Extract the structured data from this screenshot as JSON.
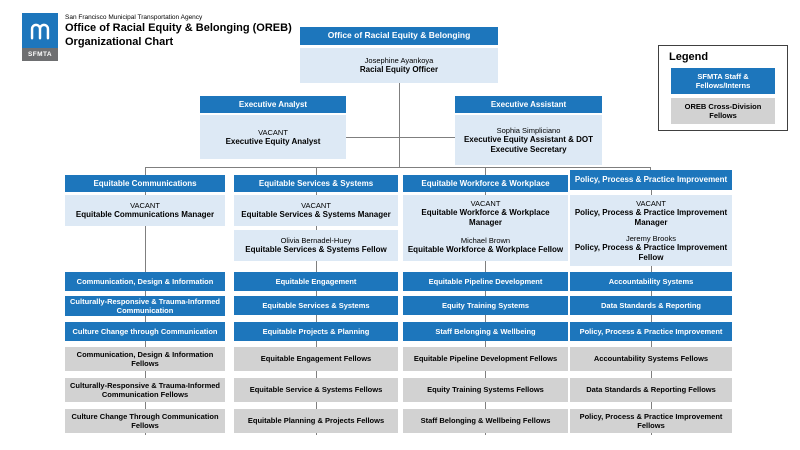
{
  "header": {
    "agency": "San Francisco Municipal Transportation Agency",
    "title_line1": "Office of Racial Equity & Belonging (OREB)",
    "title_line2": "Organizational Chart",
    "logo_text": "SFMTA"
  },
  "top_office": {
    "dept": "Office of Racial Equity & Belonging",
    "name": "Josephine Ayankoya",
    "role": "Racial Equity Officer"
  },
  "legend": {
    "title": "Legend",
    "items": [
      {
        "label": "SFMTA Staff & Fellows/Interns",
        "type": "blue"
      },
      {
        "label": "OREB Cross-Division Fellows",
        "type": "gray"
      }
    ]
  },
  "executives": [
    {
      "dept": "Executive Analyst",
      "name": "VACANT",
      "role": "Executive Equity Analyst"
    },
    {
      "dept": "Executive Assistant",
      "name": "Sophia Simpliciano",
      "role": "Executive Equity Assistant & DOT Executive Secretary"
    }
  ],
  "columns": [
    {
      "dept": "Equitable Communications",
      "manager": {
        "name": "VACANT",
        "role": "Equitable Communications Manager"
      },
      "programs": [
        "Communication, Design & Information",
        "Culturally-Responsive & Trauma-Informed Communication",
        "Culture Change through Communication"
      ],
      "fellow_groups": [
        "Communication, Design & Information Fellows",
        "Culturally-Responsive & Trauma-Informed Communication Fellows",
        "Culture Change Through Communication Fellows"
      ]
    },
    {
      "dept": "Equitable Services & Systems",
      "manager": {
        "name": "VACANT",
        "role": "Equitable Services & Systems Manager"
      },
      "fellow": {
        "name": "Olivia Bernadel-Huey",
        "role": "Equitable Services & Systems Fellow"
      },
      "programs": [
        "Equitable Engagement",
        "Equitable Services & Systems",
        "Equitable Projects & Planning"
      ],
      "fellow_groups": [
        "Equitable Engagement Fellows",
        "Equitable Service & Systems Fellows",
        "Equitable Planning & Projects Fellows"
      ]
    },
    {
      "dept": "Equitable Workforce & Workplace",
      "manager": {
        "name": "VACANT",
        "role": "Equitable Workforce & Workplace Manager"
      },
      "fellow": {
        "name": "Michael Brown",
        "role": "Equitable Workforce & Workplace Fellow"
      },
      "programs": [
        "Equitable Pipeline Development",
        "Equity Training Systems",
        "Staff Belonging & Wellbeing"
      ],
      "fellow_groups": [
        "Equitable Pipeline Development Fellows",
        "Equity Training Systems Fellows",
        "Staff Belonging & Wellbeing Fellows"
      ]
    },
    {
      "dept": "Policy, Process & Practice Improvement",
      "manager": {
        "name": "VACANT",
        "role": "Policy, Process & Practice Improvement Manager"
      },
      "fellow": {
        "name": "Jeremy Brooks",
        "role": "Policy, Process & Practice Improvement Fellow"
      },
      "programs": [
        "Accountability Systems",
        "Data Standards & Reporting",
        "Policy, Process & Practice Improvement"
      ],
      "fellow_groups": [
        "Accountability Systems Fellows",
        "Data Standards & Reporting Fellows",
        "Policy, Process & Practice Improvement Fellows"
      ]
    }
  ],
  "colors": {
    "brand_blue": "#1d76bc",
    "light_blue": "#dde9f5",
    "gray_box": "#d2d2d2",
    "connector": "#7f7f7f"
  }
}
